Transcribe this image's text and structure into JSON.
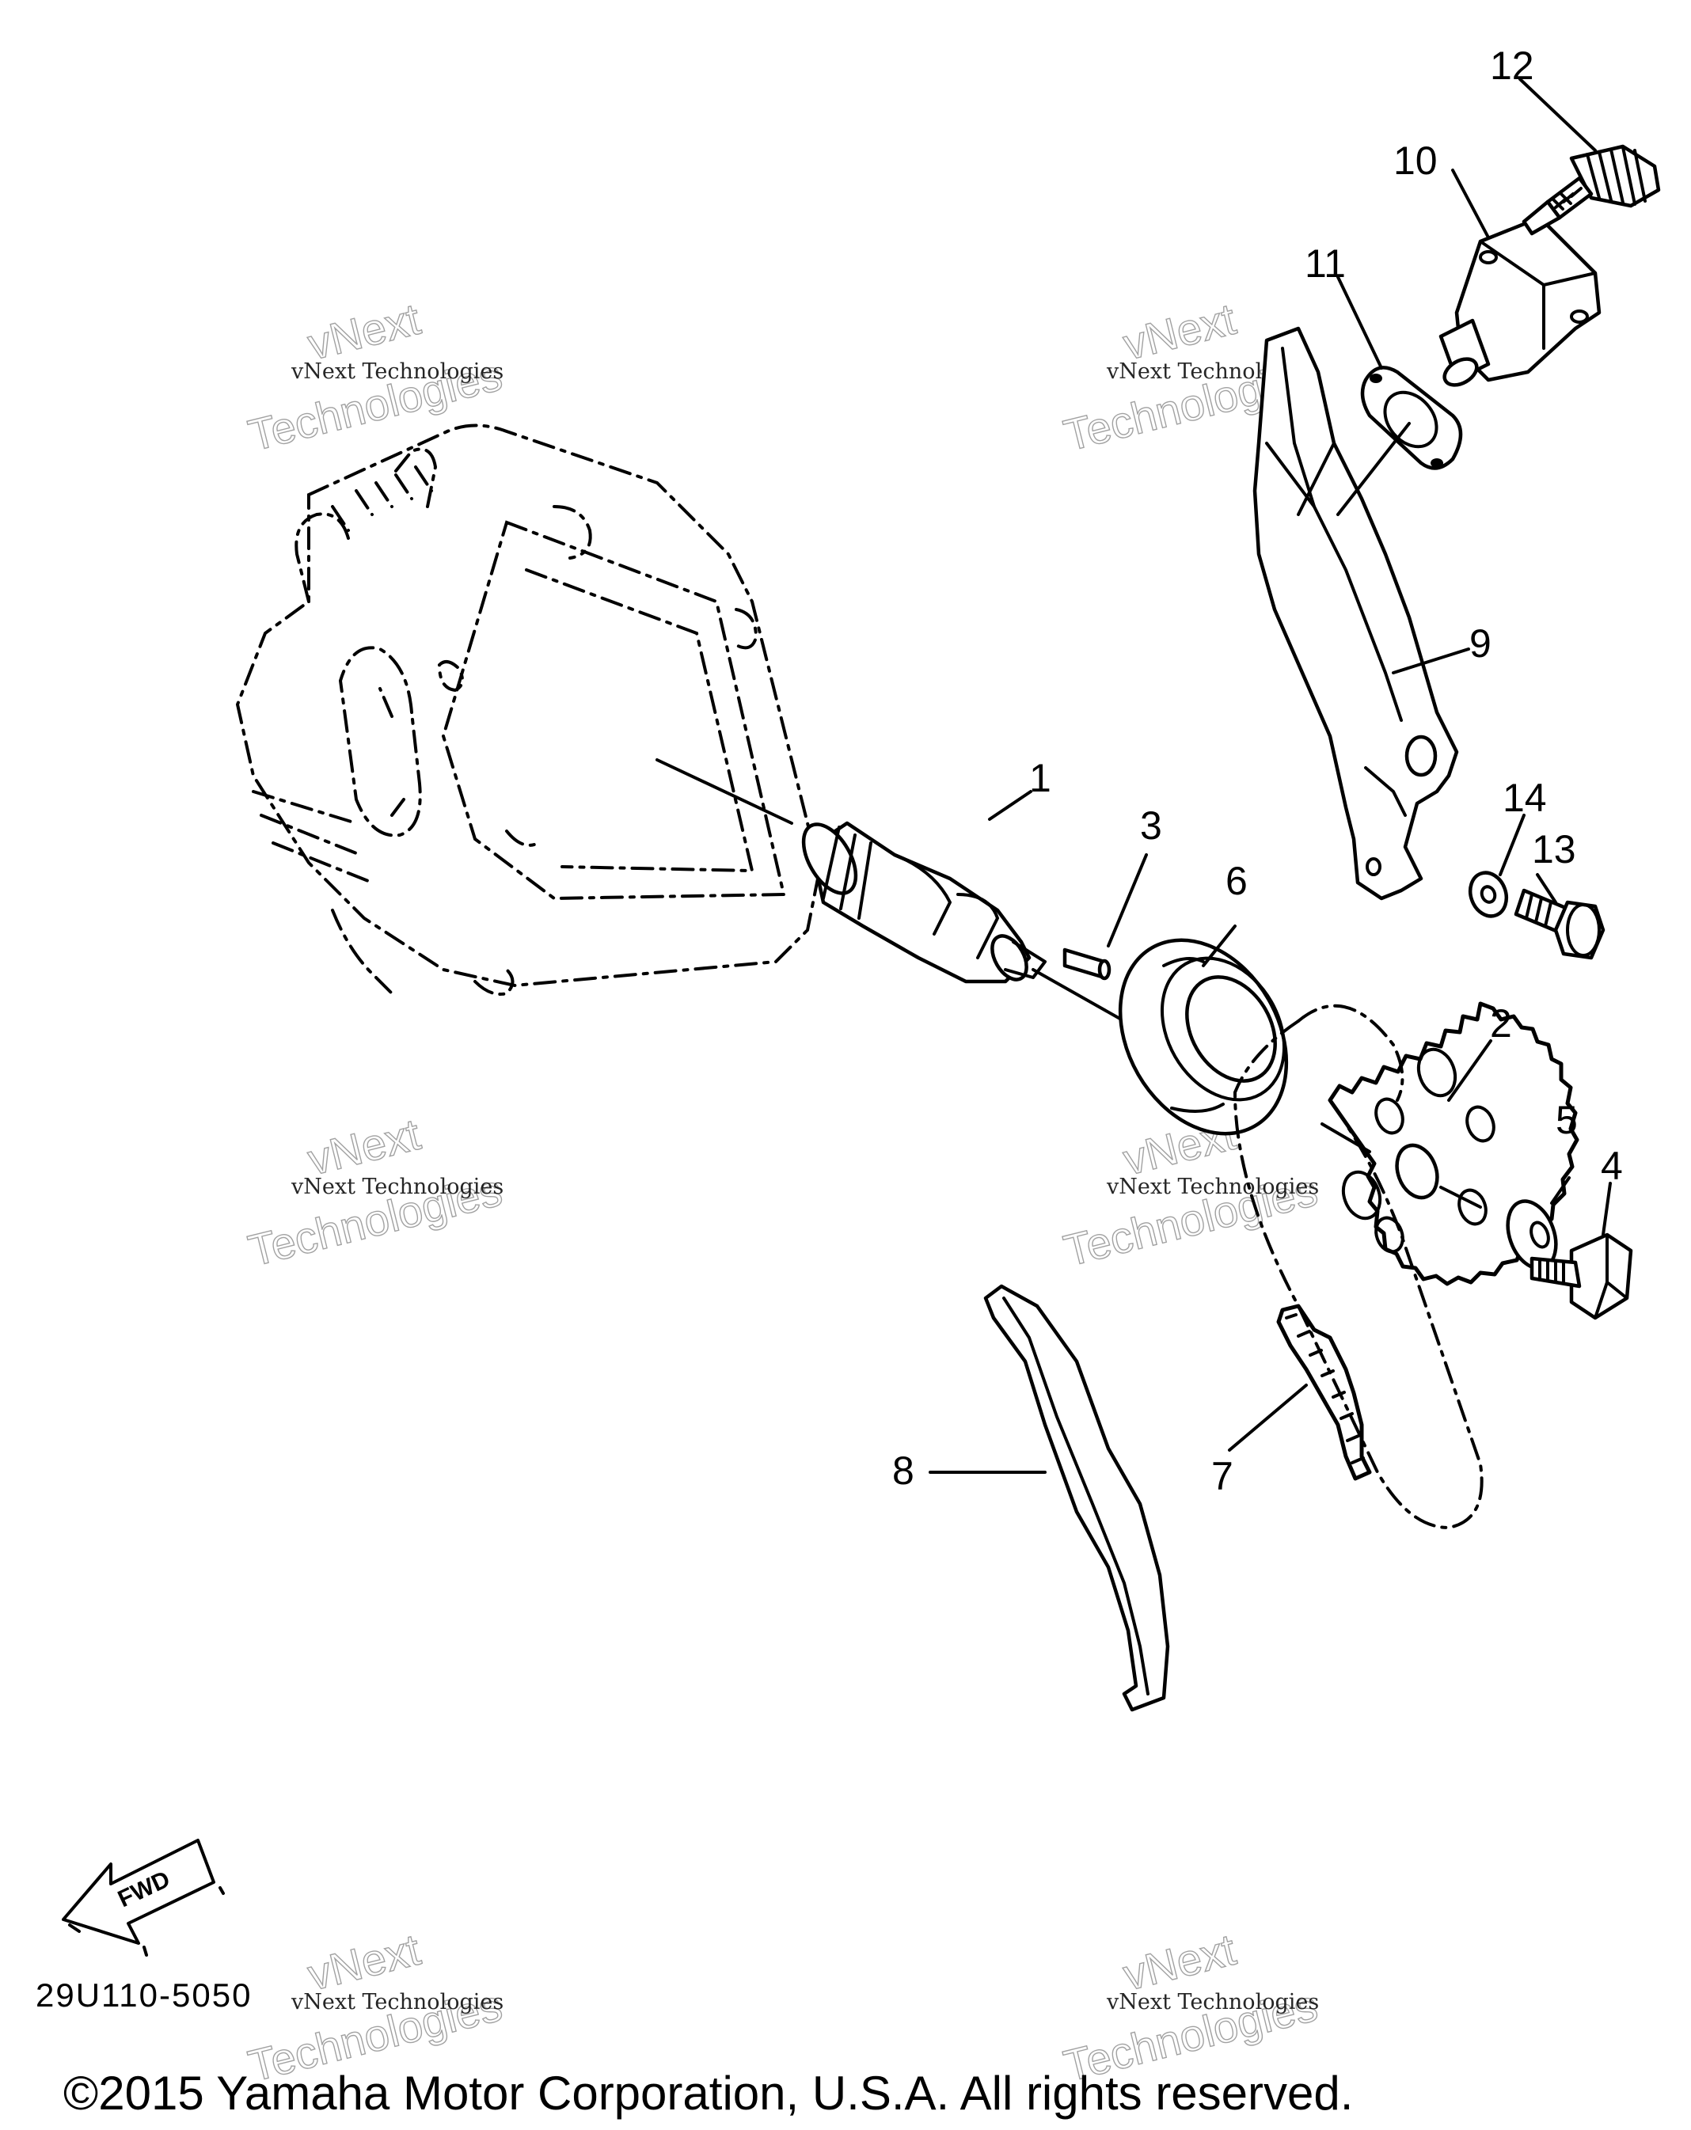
{
  "parts": [
    {
      "id": "part-1",
      "label": "1"
    },
    {
      "id": "part-2",
      "label": "2"
    },
    {
      "id": "part-3",
      "label": "3"
    },
    {
      "id": "part-4",
      "label": "4"
    },
    {
      "id": "part-5",
      "label": "5"
    },
    {
      "id": "part-6",
      "label": "6"
    },
    {
      "id": "part-7",
      "label": "7"
    },
    {
      "id": "part-8",
      "label": "8"
    },
    {
      "id": "part-9",
      "label": "9"
    },
    {
      "id": "part-10",
      "label": "10"
    },
    {
      "id": "part-11",
      "label": "11"
    },
    {
      "id": "part-12",
      "label": "12"
    },
    {
      "id": "part-13",
      "label": "13"
    },
    {
      "id": "part-14",
      "label": "14"
    }
  ],
  "diagram_code": "29U110-5050",
  "fwd_label": "FWD",
  "copyright": "©2015 Yamaha Motor Corporation, U.S.A. All rights reserved.",
  "watermark": {
    "line1": "vNext Technologies",
    "line2": "vNext",
    "line3": "Technologies"
  }
}
